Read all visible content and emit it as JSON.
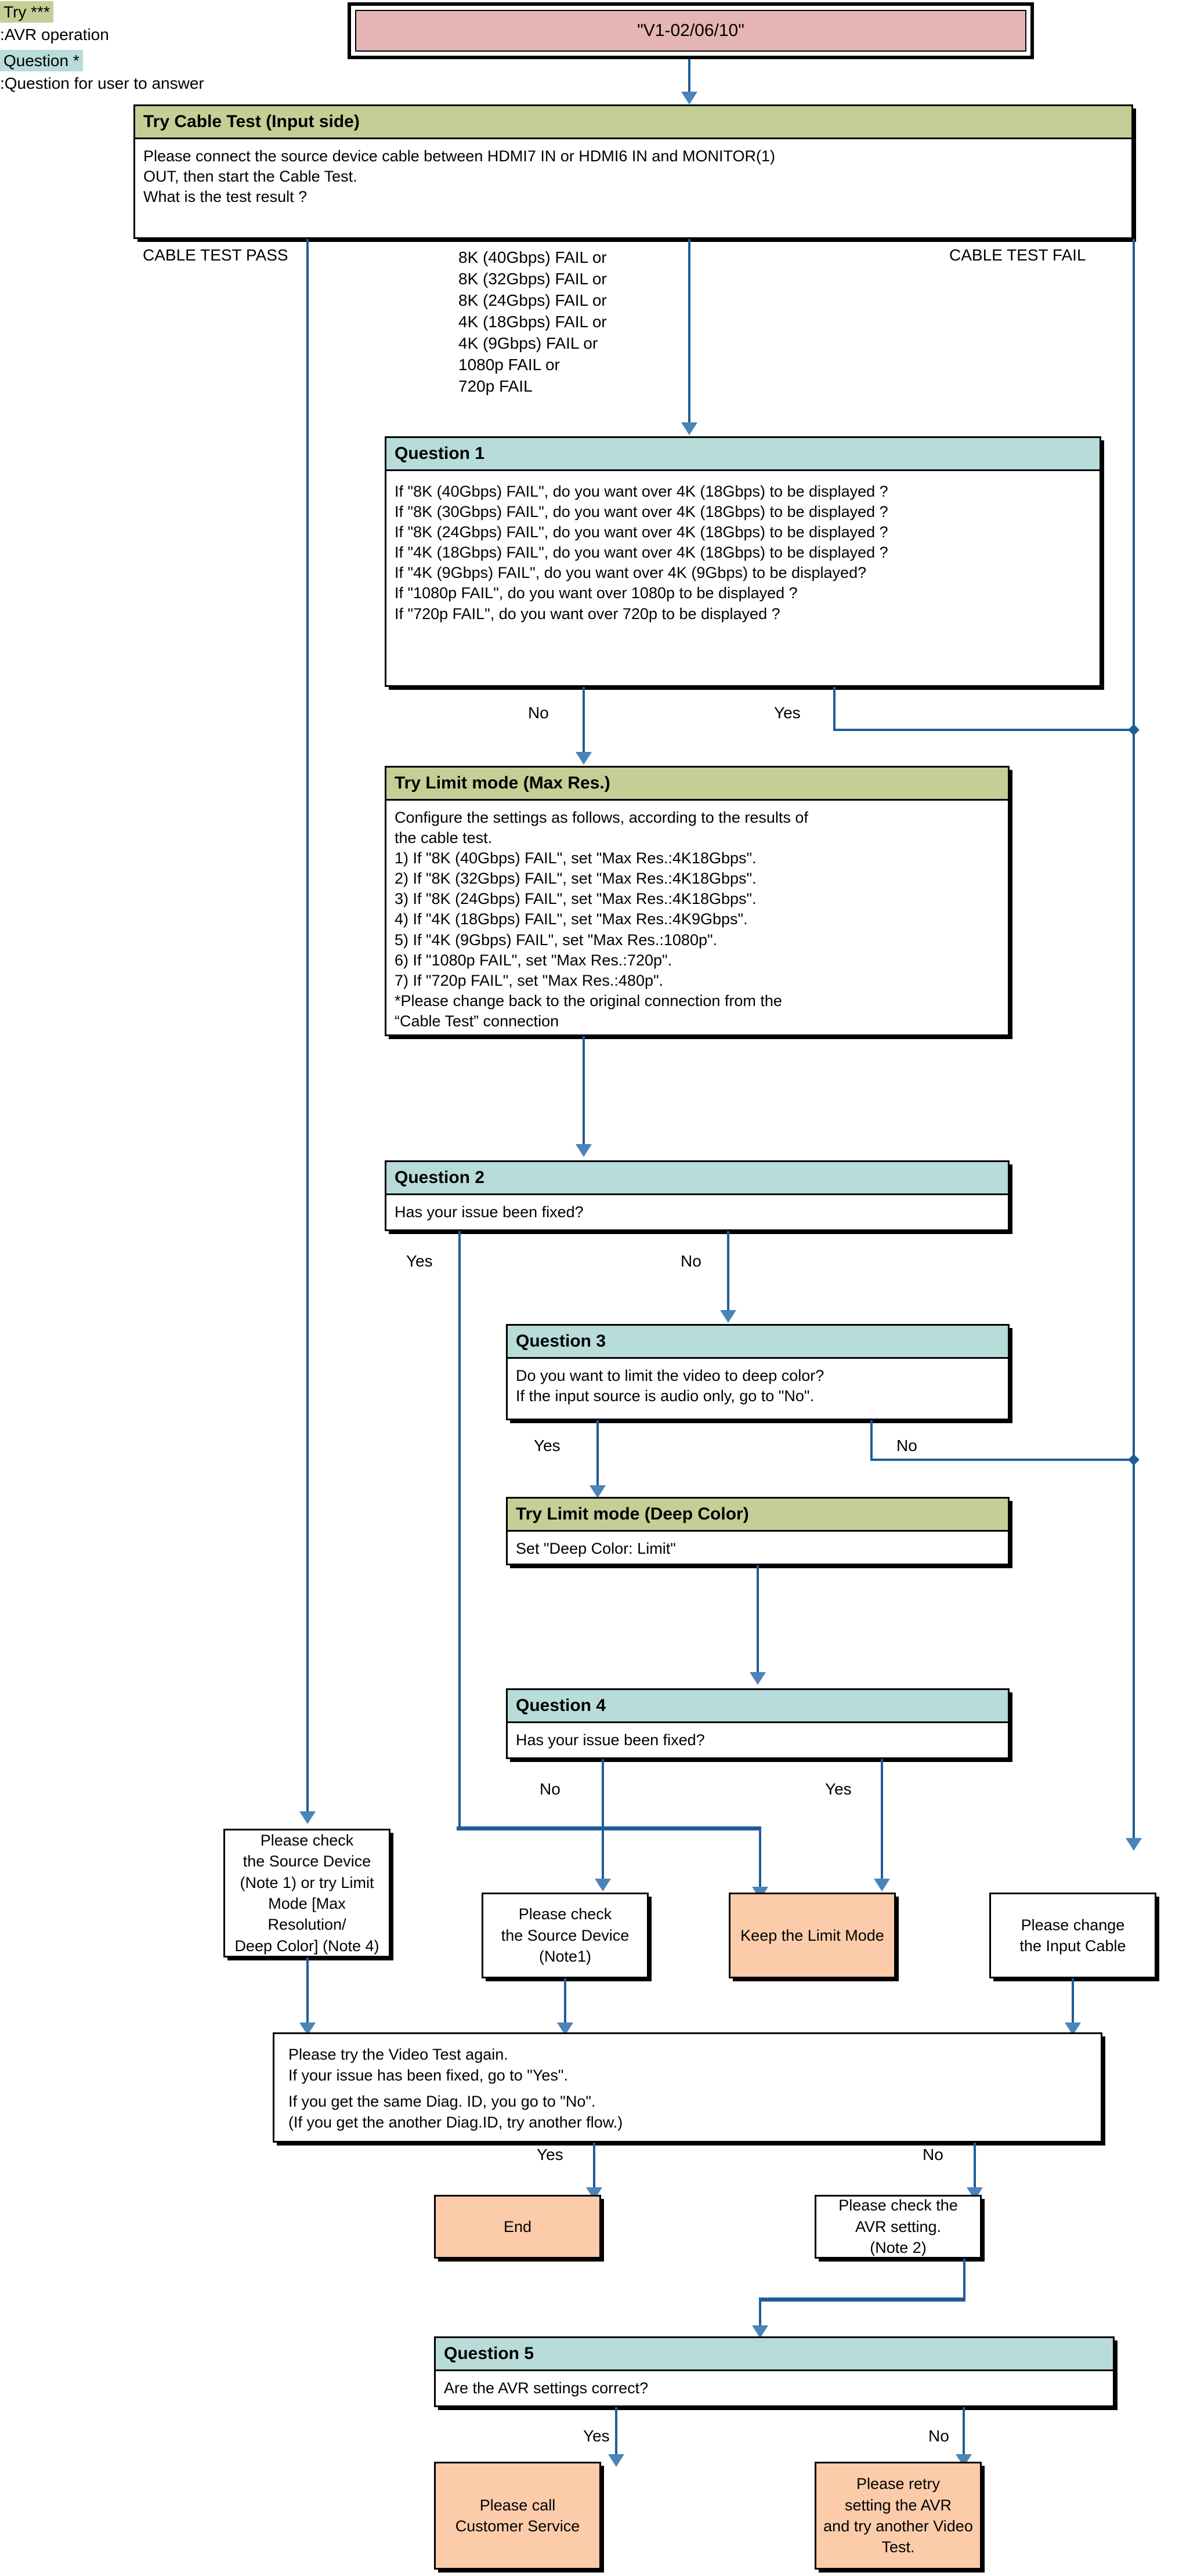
{
  "legend": {
    "operation_swatch": "Try ***",
    "operation_desc": ":AVR operation",
    "question_swatch": "Question *",
    "question_desc": ":Question for user to answer"
  },
  "nodes": {
    "start": {
      "label": "\"V1-02/06/10\""
    },
    "cable_test": {
      "title": "Try Cable Test (Input side)",
      "line1": "Please connect the source device cable between HDMI7 IN or HDMI6 IN and MONITOR(1)",
      "line2": "OUT, then start the Cable Test.",
      "line3": "What is the test result ?"
    },
    "q1": {
      "title": "Question 1",
      "lines": [
        "If \"8K (40Gbps) FAIL\", do you want over 4K (18Gbps) to be displayed ?",
        "If \"8K (30Gbps) FAIL\", do you want over 4K (18Gbps) to be displayed ?",
        "If \"8K (24Gbps) FAIL\", do you want over 4K (18Gbps) to be displayed ?",
        "If \"4K (18Gbps) FAIL\", do you want over 4K (18Gbps) to be displayed ?",
        "If \"4K (9Gbps) FAIL\", do you want over 4K (9Gbps) to be displayed?",
        "If \"1080p FAIL\", do you want over 1080p to be displayed ?",
        "If \"720p FAIL\", do you want over 720p to be displayed ?"
      ]
    },
    "limit_max_res": {
      "title": "Try Limit mode (Max Res.)",
      "lines": [
        "Configure the settings as follows, according to the results of",
        "the cable test.",
        "1) If \"8K (40Gbps) FAIL\", set \"Max Res.:4K18Gbps\".",
        "2) If \"8K (32Gbps) FAIL\", set \"Max Res.:4K18Gbps\".",
        "3) If \"8K (24Gbps) FAIL\", set \"Max Res.:4K18Gbps\".",
        "4) If \"4K (18Gbps) FAIL\", set \"Max Res.:4K9Gbps\".",
        "5) If \"4K (9Gbps) FAIL\", set \"Max Res.:1080p\".",
        "6) If \"1080p FAIL\", set \"Max Res.:720p\".",
        "7) If \"720p FAIL\", set \"Max Res.:480p\".",
        "*Please change back to the original connection from the",
        "“Cable Test” connection"
      ]
    },
    "q2": {
      "title": "Question 2",
      "text": "Has your issue been fixed?"
    },
    "q3": {
      "title": "Question 3",
      "line1": "Do you want to limit the video to deep color?",
      "line2": "If the input source is audio only, go to \"No\"."
    },
    "limit_deep_color": {
      "title": "Try Limit mode (Deep Color)",
      "text": "Set \"Deep Color: Limit\""
    },
    "q4": {
      "title": "Question 4",
      "text": "Has your issue been fixed?"
    },
    "check_source_limit": {
      "l1": "Please check",
      "l2": "the Source Device",
      "l3": "(Note 1) or try Limit",
      "l4": "Mode [Max Resolution/",
      "l5": "Deep Color] (Note 4)"
    },
    "check_source_note1": {
      "l1": "Please check",
      "l2": "the Source Device",
      "l3": "(Note1)"
    },
    "keep_limit_mode": {
      "label": "Keep the Limit Mode"
    },
    "change_input_cable": {
      "l1": "Please change",
      "l2": "the Input Cable"
    },
    "video_test_again": {
      "line1": "Please try the Video Test again.",
      "line2": "If your issue has been fixed, go to \"Yes\".",
      "line3": "If you get the same Diag. ID, you go to \"No\".",
      "line4": "(If you get the another Diag.ID, try another flow.)"
    },
    "end": {
      "label": "End"
    },
    "check_avr": {
      "l1": "Please check the",
      "l2": "AVR setting.",
      "l3": "(Note 2)"
    },
    "q5": {
      "title": "Question 5",
      "text": "Are the AVR settings correct?"
    },
    "call_customer_service": {
      "l1": "Please call",
      "l2": "Customer Service"
    },
    "retry_avr": {
      "l1": "Please retry",
      "l2": "setting the AVR",
      "l3": "and try another Video Test."
    }
  },
  "edges": {
    "cable_test_pass": "CABLE TEST PASS",
    "cable_test_fail": "CABLE TEST FAIL",
    "fail_list": [
      "8K (40Gbps) FAIL or",
      "8K (32Gbps) FAIL or",
      "8K (24Gbps) FAIL or",
      "4K (18Gbps) FAIL or",
      "4K (9Gbps) FAIL or",
      "1080p FAIL or",
      "720p FAIL"
    ],
    "q1_no": "No",
    "q1_yes": "Yes",
    "q2_yes": "Yes",
    "q2_no": "No",
    "q3_yes": "Yes",
    "q3_no": "No",
    "q4_no": "No",
    "q4_yes": "Yes",
    "video_yes": "Yes",
    "video_no": "No",
    "q5_yes": "Yes",
    "q5_no": "No"
  },
  "colors": {
    "operation": "#c4cf96",
    "question": "#b8dcd9",
    "start": "#e5b4b4",
    "terminal": "#fbcbaa",
    "connector": "#1f5c99",
    "arrow": "#4a84b8"
  }
}
